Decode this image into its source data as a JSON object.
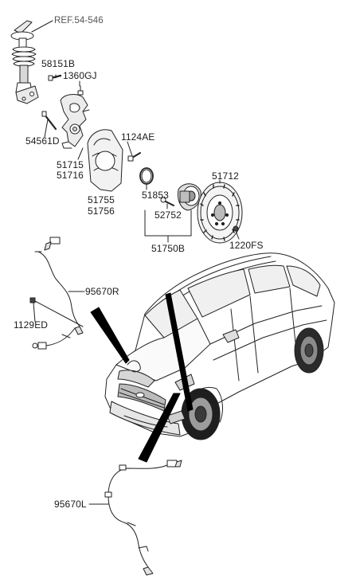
{
  "labels": {
    "ref": "REF.54-546",
    "p58151B": "58151B",
    "p1360GJ": "1360GJ",
    "p54561D": "54561D",
    "p1124AE": "1124AE",
    "p51715": "51715",
    "p51716": "51716",
    "p51755": "51755",
    "p51756": "51756",
    "p51853": "51853",
    "p51712": "51712",
    "p52752": "52752",
    "p51750B": "51750B",
    "p1220FS": "1220FS",
    "p95670R": "95670R",
    "p1129ED": "1129ED",
    "p95670L": "95670L"
  },
  "colors": {
    "line": "#222222",
    "fill_light": "#e9e9e9",
    "fill_mid": "#c9c9c9",
    "fill_dark": "#3a3a3a",
    "pointer": "#000000"
  }
}
